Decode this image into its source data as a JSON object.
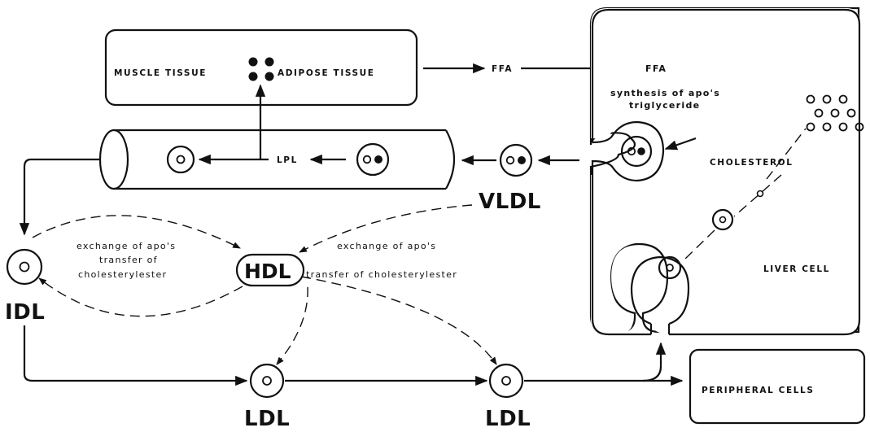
{
  "labels": {
    "muscle_tissue": "MUSCLE TISSUE",
    "adipose_tissue": "ADIPOSE TISSUE",
    "ffa_arrow": "FFA",
    "ffa_liver": "FFA",
    "synthesis_line1": "synthesis of apo's",
    "synthesis_line2": "triglyceride",
    "cholesterol": "CHOLESTEROL",
    "lpl": "LPL",
    "vldl": "VLDL",
    "idl": "IDL",
    "hdl": "HDL",
    "ldl_left": "LDL",
    "ldl_right": "LDL",
    "liver_cell": "LIVER CELL",
    "peripheral_cells": "PERIPHERAL CELLS",
    "exchange_left_1": "exchange of apo's",
    "exchange_left_2": "transfer of",
    "exchange_left_3": "cholesterylester",
    "exchange_right_1": "exchange of apo's",
    "exchange_right_2": "transfer of cholesterylester"
  }
}
